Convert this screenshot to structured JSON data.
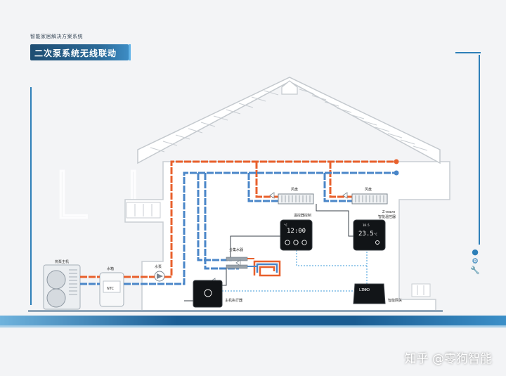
{
  "header": {
    "caption": "智能家居解决方案系统",
    "title": "二次泵系统无线联动"
  },
  "brand_watermark": "LINKD",
  "labels": {
    "heat_pump": "热泵主机",
    "water_tank": "水箱",
    "ntc": "NTC",
    "water_pump": "水泵",
    "manifold": "分集水器",
    "fan_coil_1": "风盘",
    "fan_coil_2": "风盘",
    "thermostat_1": "温控器控制",
    "zwave_line1": "Z-wave",
    "zwave_line2": "智能温控器",
    "host_executor": "主机执行器",
    "gateway": "智能网关",
    "gateway_logo": "LINKD"
  },
  "thermostat_1_screen": {
    "time": "12:00",
    "small": "°C"
  },
  "thermostat_2_screen": {
    "top": "18.5",
    "main": "23.5",
    "unit": "°C"
  },
  "right_icons": [
    "●",
    "⚙",
    "🔧"
  ],
  "footer": {
    "watermark": "知乎 @零狗智能"
  },
  "colors": {
    "supply_pipe": "#e8602c",
    "return_pipe": "#4a86c8",
    "brand_blue": "#1b5e95"
  }
}
